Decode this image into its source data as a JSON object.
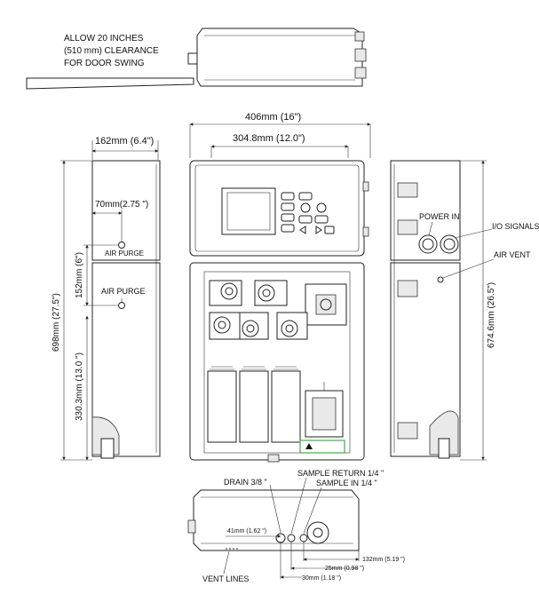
{
  "notes": {
    "clearance_line1": "ALLOW 20 INCHES",
    "clearance_line2": "(510 mm) CLEARANCE",
    "clearance_line3": "FOR DOOR SWING"
  },
  "dimensions": {
    "overall_width": "406mm (16\")",
    "inner_width": "304.8mm (12.0\")",
    "side_depth": "162mm (6.4\")",
    "purge_offset": "70mm(2.75 \")",
    "overall_height": "698mm (27.5\")",
    "purge_spacing": "152mm (6\")",
    "lower_height": "330.3mm (13.0 \")",
    "right_height": "674.6mm (26.5\")",
    "bottom_41": "41mm (1.62 \")",
    "bottom_132": "132mm (5.19 \")",
    "bottom_25": "25mm (0.98 \")",
    "bottom_30": "30mm (1.18 \")"
  },
  "callouts": {
    "air_purge_1": "AIR PURGE",
    "air_purge_2": "AIR PURGE",
    "power_in": "POWER IN",
    "io_signals": "I/O SIGNALS",
    "air_vent": "AIR VENT",
    "drain": "DRAIN 3/8 \"",
    "sample_return": "SAMPLE RETURN  1/4 \"",
    "sample_in": "SAMPLE IN  1/4 \"",
    "vent_lines": "VENT LINES"
  },
  "colors": {
    "line": "#222222",
    "highlight": "#3cb043"
  }
}
